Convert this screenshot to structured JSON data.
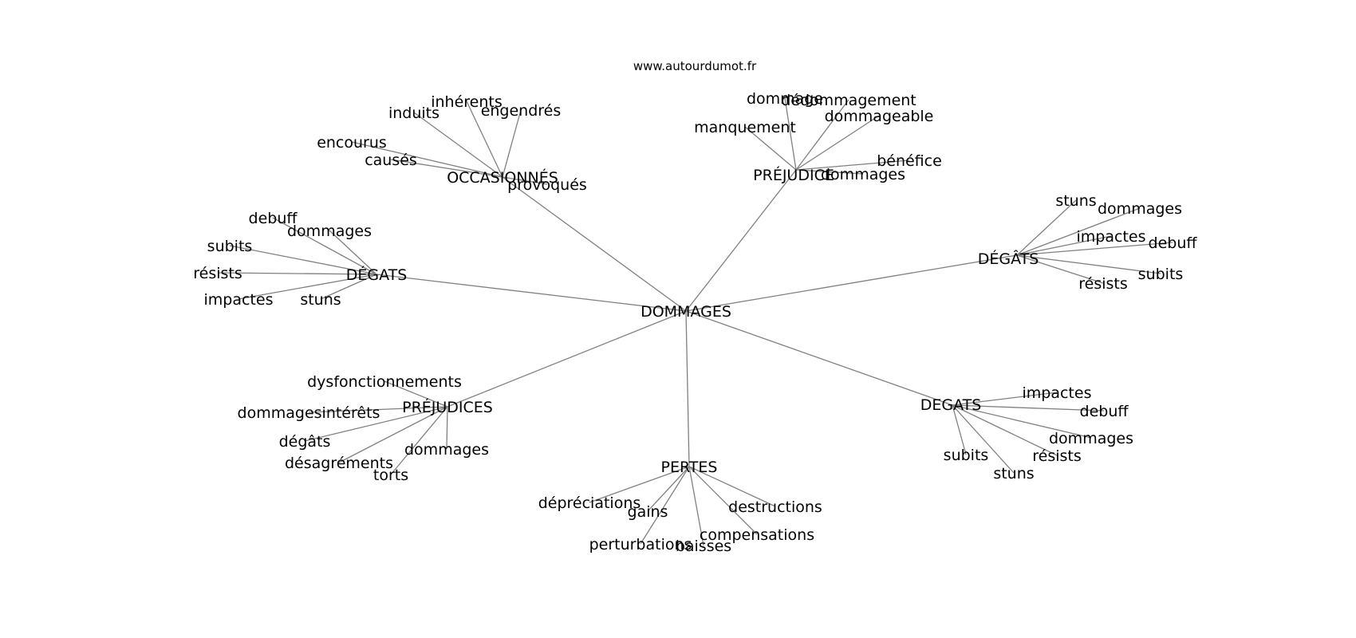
{
  "source_text": "www.autourdumot.fr",
  "root": "DOMMAGES",
  "groups": [
    {
      "hub": "OCCASIONNÉS",
      "leaves": [
        "inhérents",
        "induits",
        "engendrés",
        "encourus",
        "causés",
        "provoqués"
      ]
    },
    {
      "hub": "PRÉJUDICE",
      "leaves": [
        "dommage",
        "dédommagement",
        "dommageable",
        "manquement",
        "bénéfice",
        "dommages"
      ]
    },
    {
      "hub": "DÉGATS",
      "leaves": [
        "debuff",
        "dommages",
        "subits",
        "résists",
        "impactes",
        "stuns"
      ]
    },
    {
      "hub": "DÉGÂTS",
      "leaves": [
        "stuns",
        "dommages",
        "impactes",
        "debuff",
        "subits",
        "résists"
      ]
    },
    {
      "hub": "PRÉJUDICES",
      "leaves": [
        "dysfonctionnements",
        "dommagesintérêts",
        "dégâts",
        "dommages",
        "désagréments",
        "torts"
      ]
    },
    {
      "hub": "PERTES",
      "leaves": [
        "dépréciations",
        "gains",
        "destructions",
        "compensations",
        "perturbations",
        "baisses"
      ]
    },
    {
      "hub": "DEGATS",
      "leaves": [
        "impactes",
        "debuff",
        "dommages",
        "résists",
        "subits",
        "stuns"
      ]
    }
  ]
}
